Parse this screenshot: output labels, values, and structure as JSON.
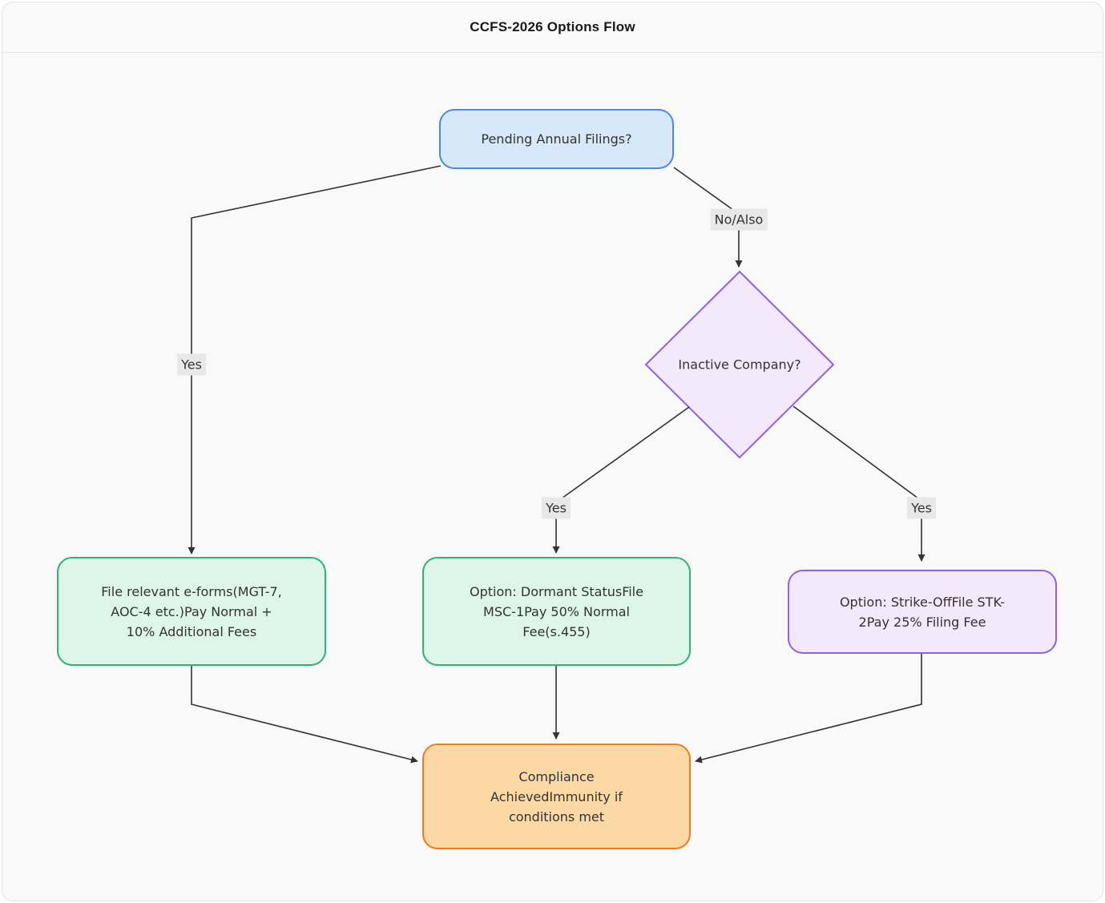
{
  "header": {
    "title": "CCFS-2026 Options Flow"
  },
  "flowchart": {
    "nodes": {
      "pending": {
        "label": "Pending Annual Filings?"
      },
      "inactive": {
        "label": "Inactive Company?"
      },
      "file_forms": {
        "label": "File relevant e-forms(MGT-7, AOC-4 etc.)Pay Normal + 10% Additional Fees"
      },
      "dormant": {
        "label": "Option: Dormant StatusFile MSC-1Pay 50% Normal Fee(s.455)"
      },
      "strike_off": {
        "label": "Option: Strike-OffFile STK-2Pay 25% Filing Fee"
      },
      "compliance": {
        "label": "Compliance AchievedImmunity if conditions met"
      }
    },
    "edge_labels": {
      "yes_left": "Yes",
      "no_also": "No/Also",
      "yes_center": "Yes",
      "yes_right": "Yes"
    }
  },
  "colors": {
    "blue_fill": "#d7e8fb",
    "blue_border": "#4a89e8",
    "green_fill": "#def5e9",
    "green_border": "#2ab574",
    "purple_fill": "#f3e8fc",
    "purple_border": "#8b62e9",
    "orange_fill": "#fcd8a5",
    "orange_border": "#ed7d1a",
    "edge": "#333333",
    "label_bg": "#e8e8e8"
  }
}
